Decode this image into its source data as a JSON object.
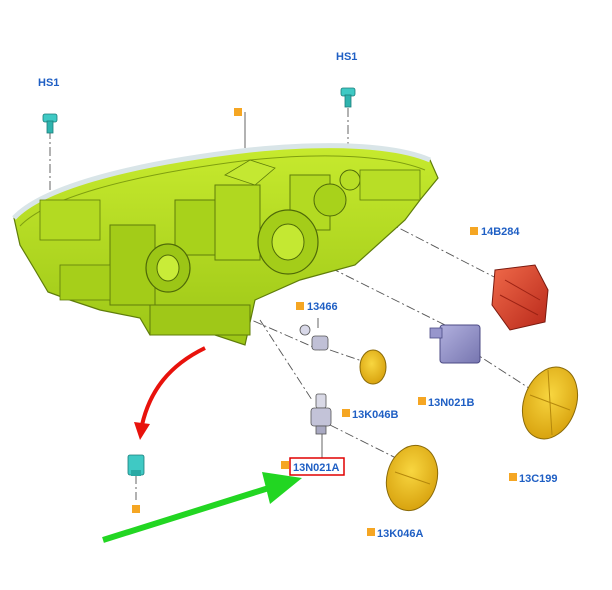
{
  "labels": {
    "hs1_left": "HS1",
    "hs1_right": "HS1",
    "p14b284": "14B284",
    "p13466": "13466",
    "p13k046b": "13K046B",
    "p13n021b": "13N021B",
    "p13n021a": "13N021A",
    "p13c199": "13C199",
    "p13k046a": "13K046A"
  },
  "colors": {
    "housing": "#b5dc1e",
    "housing_dark": "#8fb514",
    "callout": "#1f5fc4",
    "marker": "#f5a623",
    "highlight_box": "#e00000",
    "arrow_red": "#e8120c",
    "arrow_green": "#22d622",
    "ballast": "#e0442a",
    "module": "#8f8ec6",
    "cap": "#f1c21a",
    "fastener": "#3fc9c4"
  },
  "highlighted_part": "13N021A"
}
